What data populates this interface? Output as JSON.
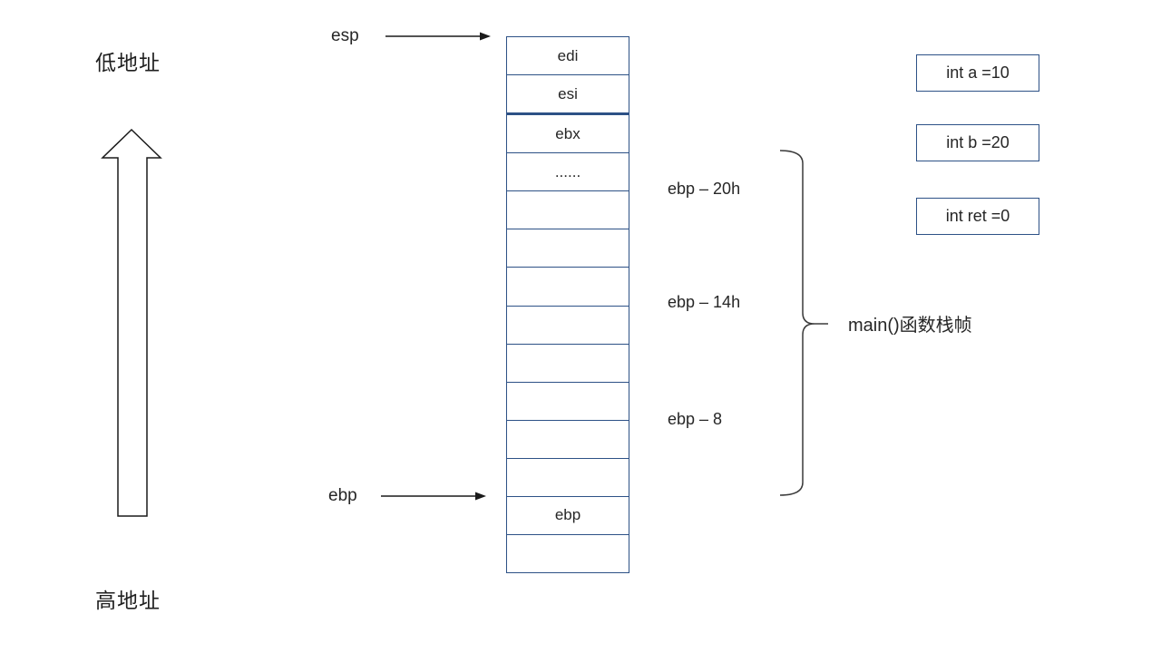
{
  "diagram": {
    "low_address_label": "低地址",
    "high_address_label": "高地址",
    "esp_pointer_label": "esp",
    "ebp_pointer_label": "ebp",
    "frame_label": "main()函数栈帧",
    "stack_cells": [
      "edi",
      "esi",
      "ebx",
      "......",
      "",
      "",
      "",
      "",
      "",
      "",
      "",
      "",
      "ebp",
      ""
    ],
    "offset_labels": [
      "ebp – 20h",
      "ebp – 14h",
      "ebp – 8"
    ],
    "variable_boxes": [
      "int a =10",
      "int b =20",
      "int ret =0"
    ],
    "colors": {
      "cell_border": "#2d5186",
      "line_color": "#1a1a1a",
      "brace_color": "#3a3a3a"
    }
  }
}
